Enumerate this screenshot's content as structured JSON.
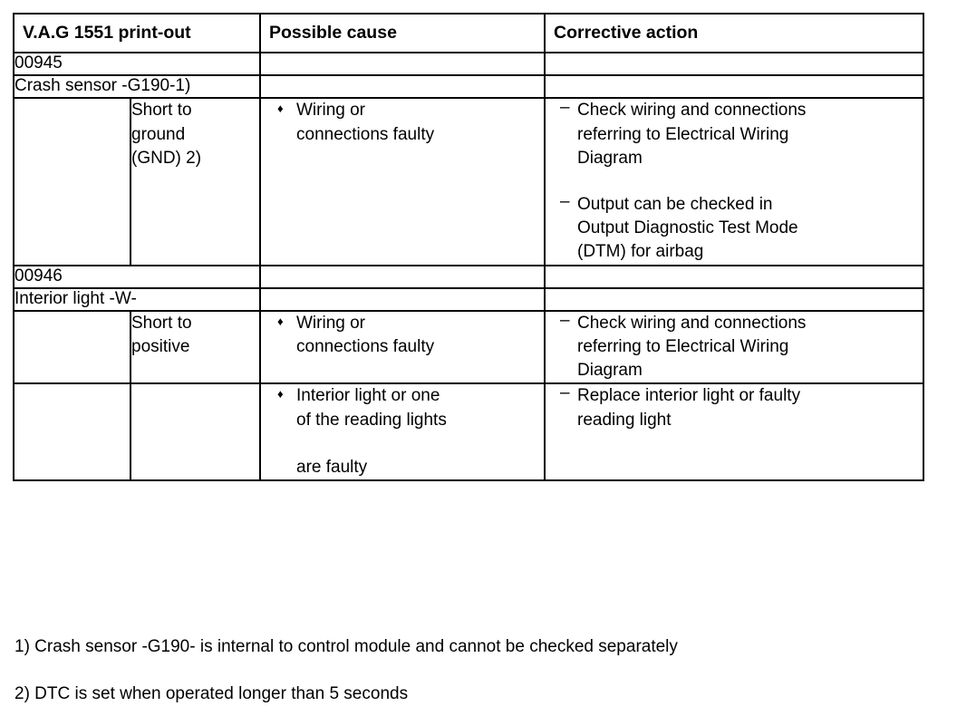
{
  "table": {
    "headers": [
      "V.A.G 1551 print-out",
      "Possible cause",
      "Corrective action"
    ],
    "bullet_glyph": "♦",
    "dash_glyph": "–",
    "blocks": [
      {
        "code": "00945",
        "component": "Crash sensor -G190-1)",
        "rows": [
          {
            "sub_lines": [
              "Short to",
              "ground",
              "(GND) 2)"
            ],
            "causes": [
              {
                "lines": [
                  "Wiring or",
                  "connections faulty"
                ]
              }
            ],
            "actions": [
              {
                "lines": [
                  "Check wiring and connections",
                  "referring to Electrical Wiring",
                  "Diagram"
                ]
              },
              {
                "lines": [
                  "Output can be checked in",
                  "Output Diagnostic Test Mode",
                  "(DTM) for airbag"
                ]
              }
            ]
          }
        ]
      },
      {
        "code": "00946",
        "component": "Interior light -W-",
        "rows": [
          {
            "sub_lines": [
              "Short to",
              "positive"
            ],
            "causes": [
              {
                "lines": [
                  "Wiring or",
                  "connections faulty"
                ]
              }
            ],
            "actions": [
              {
                "lines": [
                  "Check wiring and connections",
                  "referring to Electrical Wiring",
                  "Diagram"
                ]
              }
            ]
          },
          {
            "sub_lines": [],
            "causes": [
              {
                "lines": [
                  "Interior light or one",
                  "of the reading lights",
                  "are faulty"
                ],
                "gap_before_last": true
              }
            ],
            "actions": [
              {
                "lines": [
                  "Replace interior light or faulty",
                  "reading light"
                ]
              }
            ]
          }
        ]
      }
    ]
  },
  "footnotes": [
    "1) Crash sensor -G190- is internal to control module and cannot be checked separately",
    "2) DTC is set when operated longer than 5 seconds"
  ]
}
